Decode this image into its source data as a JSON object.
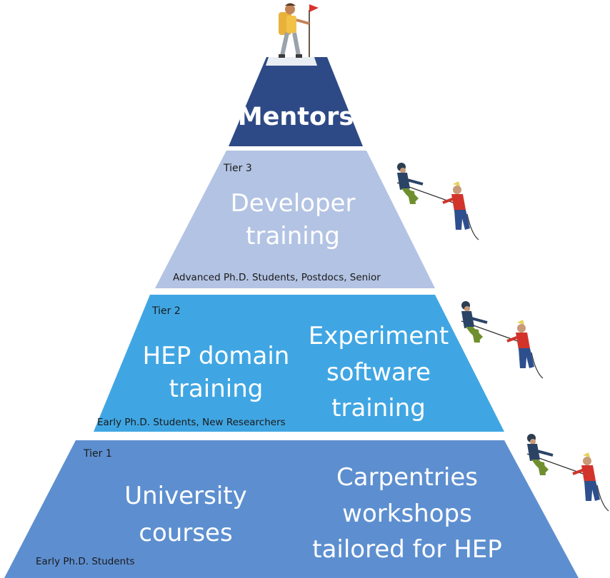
{
  "pyramid": {
    "top": {
      "label": "Mentors"
    },
    "tier3": {
      "tier_label": "Tier 3",
      "title_line1": "Developer",
      "title_line2": "training",
      "audience": "Advanced Ph.D. Students, Postdocs, Senior"
    },
    "tier2": {
      "tier_label": "Tier 2",
      "left_line1": "HEP domain",
      "left_line2": "training",
      "right_line1": "Experiment",
      "right_line2": "software",
      "right_line3": "training",
      "audience": "Early Ph.D. Students, New Researchers"
    },
    "tier1": {
      "tier_label": "Tier 1",
      "left_line1": "University",
      "left_line2": "courses",
      "right_line1": "Carpentries",
      "right_line2": "workshops",
      "right_line3": "tailored for HEP",
      "audience": "Early Ph.D. Students"
    }
  },
  "colors": {
    "mentors": "#2e4a86",
    "tier3": "#b3c3e3",
    "tier2": "#40a6e3",
    "tier1": "#5d8fd0",
    "outline": "#ffffff"
  },
  "icons": {
    "summit": "hiker-with-flag-icon",
    "climbers": "rope-climbers-icon"
  }
}
